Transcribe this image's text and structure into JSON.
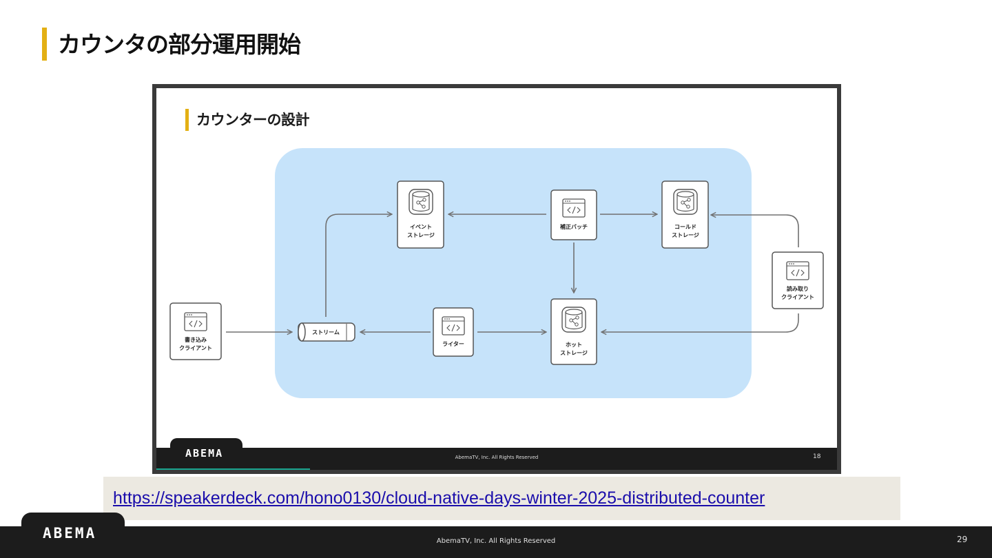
{
  "slide": {
    "title": "カウンタの部分運用開始",
    "url": "https://speakerdeck.com/hono0130/cloud-native-days-winter-2025-distributed-counter",
    "footer": {
      "logo": "ABEMA",
      "copyright": "AbemaTV, Inc. All Rights Reserved",
      "page": "29"
    }
  },
  "embedded": {
    "title": "カウンターの設計",
    "nodes": {
      "write_client": [
        "書き込み",
        "クライアント"
      ],
      "stream": "ストリーム",
      "event_storage": [
        "イベント",
        "ストレージ"
      ],
      "correction_batch": "補正バッチ",
      "cold_storage": [
        "コールド",
        "ストレージ"
      ],
      "writer": "ライター",
      "hot_storage": [
        "ホット",
        "ストレージ"
      ],
      "read_client": [
        "読み取り",
        "クライアント"
      ]
    },
    "footer": {
      "logo": "ABEMA",
      "copyright": "AbemaTV, Inc. All Rights Reserved",
      "page": "18"
    }
  },
  "colors": {
    "accent": "#e3b014",
    "region": "#c6e3fa",
    "footer": "#1c1c1c",
    "teal": "#19a58f",
    "link": "#1a0dab"
  }
}
